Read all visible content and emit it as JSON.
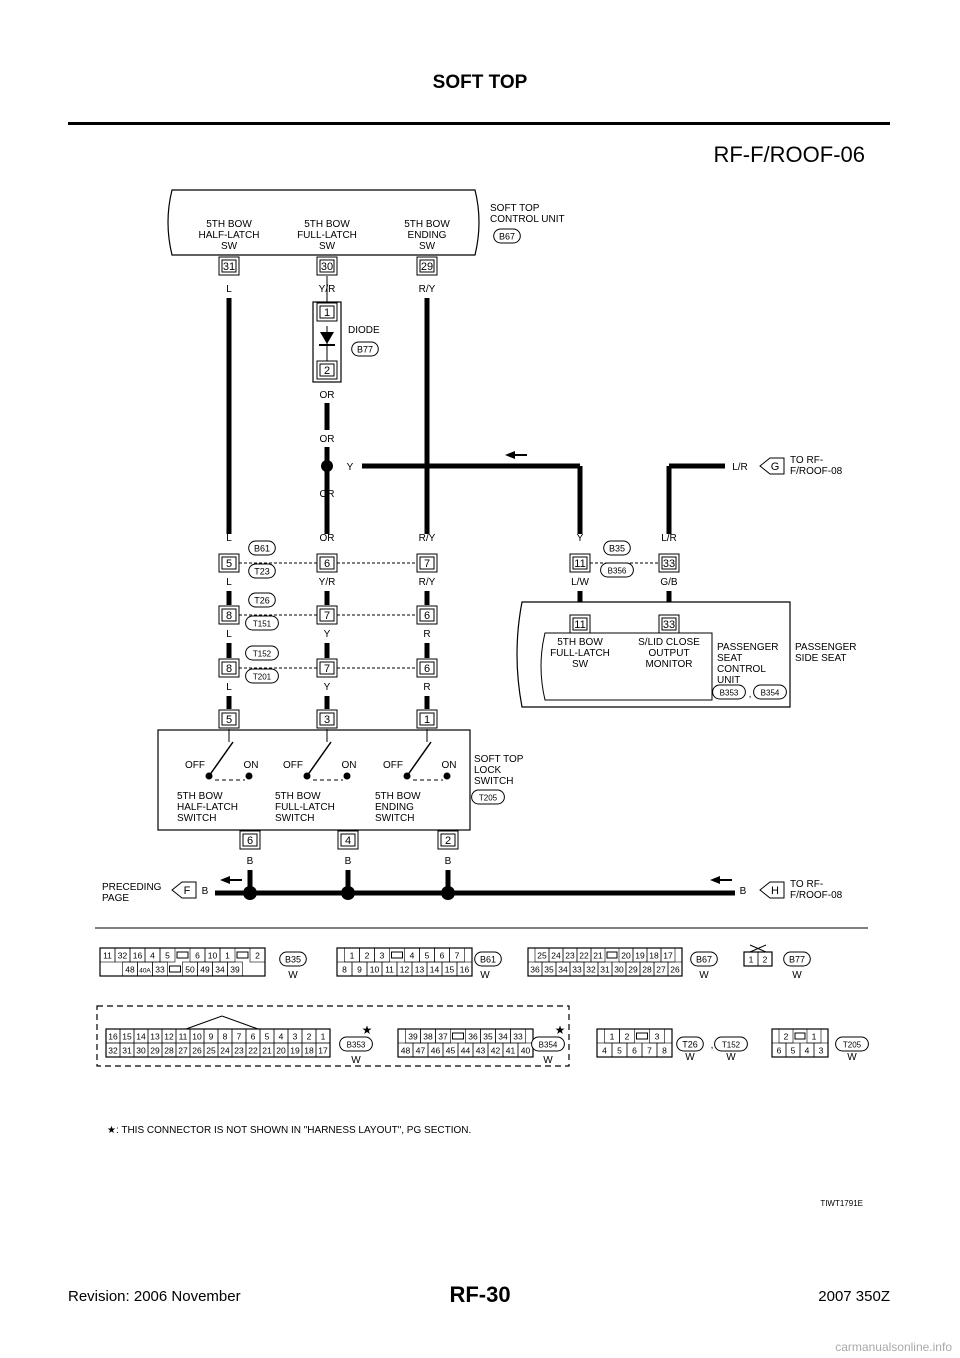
{
  "header": {
    "title": "SOFT TOP",
    "diagram_id": "RF-F/ROOF-06"
  },
  "footer": {
    "revision": "Revision: 2006 November",
    "page": "RF-30",
    "model": "2007 350Z"
  },
  "figure_code": "TIWT1791E",
  "watermark": "carmanualsonline.info",
  "note": "★: THIS CONNECTOR IS NOT SHOWN IN \"HARNESS LAYOUT\", PG SECTION.",
  "control_unit": {
    "name_line1": "SOFT TOP",
    "name_line2": "CONTROL UNIT",
    "connector": "B67",
    "terminals": [
      {
        "label_lines": [
          "5TH BOW",
          "HALF-LATCH",
          "SW"
        ],
        "pin": "31",
        "wire": "L"
      },
      {
        "label_lines": [
          "5TH BOW",
          "FULL-LATCH",
          "SW"
        ],
        "pin": "30",
        "wire": "Y/R"
      },
      {
        "label_lines": [
          "5TH BOW",
          "ENDING",
          "SW"
        ],
        "pin": "29",
        "wire": "R/Y"
      }
    ]
  },
  "diode": {
    "label": "DIODE",
    "connector": "B77",
    "pin_top": "1",
    "pin_bottom": "2"
  },
  "wire_labels": {
    "or1": "OR",
    "or2": "OR",
    "or3": "OR",
    "y": "Y",
    "lr": "L/R",
    "b": "B"
  },
  "to_roof08": {
    "line1": "TO RF-",
    "line2": "F/ROOF-08",
    "tag_g": "G",
    "tag_h": "H"
  },
  "preceding": {
    "line1": "PRECEDING",
    "line2": "PAGE",
    "tag": "F"
  },
  "joints": [
    {
      "c1": "B61",
      "c2": "T23",
      "pins": [
        "5",
        "6",
        "7"
      ],
      "above": [
        "L",
        "OR",
        "R/Y"
      ],
      "below": [
        "L",
        "Y/R",
        "R/Y"
      ]
    },
    {
      "c1": "T26",
      "c2": "T151",
      "pins": [
        "8",
        "7",
        "6"
      ],
      "below": [
        "L",
        "Y",
        "R"
      ]
    },
    {
      "c1": "T152",
      "c2": "T201",
      "pins": [
        "8",
        "7",
        "6"
      ],
      "below": [
        "L",
        "Y",
        "R"
      ]
    }
  ],
  "b35_joint": {
    "c1": "B35",
    "c2": "B356",
    "pins": [
      "11",
      "33"
    ],
    "above": [
      "Y",
      "L/R"
    ],
    "below": [
      "L/W",
      "G/B"
    ]
  },
  "passenger": {
    "unit_lines": [
      "PASSENGER",
      "SEAT",
      "CONTROL",
      "UNIT"
    ],
    "side_lines": [
      "PASSENGER",
      "SIDE SEAT"
    ],
    "term1_lines": [
      "5TH BOW",
      "FULL-LATCH",
      "SW"
    ],
    "term2_lines": [
      "S/LID CLOSE",
      "OUTPUT",
      "MONITOR"
    ],
    "conn1": "B353",
    "conn2": "B354",
    "sep": ","
  },
  "lock_switch": {
    "name_lines": [
      "SOFT TOP",
      "LOCK",
      "SWITCH"
    ],
    "connector": "T205",
    "top_pins": [
      "5",
      "3",
      "1"
    ],
    "bottom_pins": [
      "6",
      "4",
      "2"
    ],
    "off": "OFF",
    "on": "ON",
    "switches": [
      {
        "lines": [
          "5TH BOW",
          "HALF-LATCH",
          "SWITCH"
        ]
      },
      {
        "lines": [
          "5TH BOW",
          "FULL-LATCH",
          "SWITCH"
        ]
      },
      {
        "lines": [
          "5TH BOW",
          "ENDING",
          "SWITCH"
        ]
      }
    ]
  },
  "connectors": {
    "b35": {
      "tag": "B35",
      "color": "W",
      "row1": [
        "11",
        "32",
        "16",
        "4",
        "5",
        "",
        "6",
        "10",
        "1",
        "",
        "2"
      ],
      "row2": [
        "48",
        "40A",
        "33",
        "",
        "50",
        "49",
        "34",
        "39"
      ]
    },
    "b61": {
      "tag": "B61",
      "color": "W",
      "row1": [
        "1",
        "2",
        "3",
        "",
        "4",
        "5",
        "6",
        "7"
      ],
      "row2": [
        "8",
        "9",
        "10",
        "11",
        "12",
        "13",
        "14",
        "15",
        "16"
      ]
    },
    "b67": {
      "tag": "B67",
      "color": "W",
      "row1": [
        "25",
        "24",
        "23",
        "22",
        "21",
        "",
        "20",
        "19",
        "18",
        "17"
      ],
      "row2": [
        "36",
        "35",
        "34",
        "33",
        "32",
        "31",
        "30",
        "29",
        "28",
        "27",
        "26"
      ]
    },
    "b77": {
      "tag": "B77",
      "color": "W",
      "row1": [
        "1",
        "2"
      ]
    },
    "b353": {
      "tag": "B353",
      "color": "W",
      "star": "★",
      "row1": [
        "16",
        "15",
        "14",
        "13",
        "12",
        "11",
        "10",
        "9",
        "8",
        "7",
        "6",
        "5",
        "4",
        "3",
        "2",
        "1"
      ],
      "row2": [
        "32",
        "31",
        "30",
        "29",
        "28",
        "27",
        "26",
        "25",
        "24",
        "23",
        "22",
        "21",
        "20",
        "19",
        "18",
        "17"
      ]
    },
    "b354": {
      "tag": "B354",
      "color": "W",
      "star": "★",
      "row1": [
        "39",
        "38",
        "37",
        "",
        "36",
        "35",
        "34",
        "33"
      ],
      "row2": [
        "48",
        "47",
        "46",
        "45",
        "44",
        "43",
        "42",
        "41",
        "40"
      ]
    },
    "t26": {
      "tag": "T26",
      "tag2": "T152",
      "sep": ",",
      "color": "W",
      "color2": "W",
      "row1": [
        "1",
        "2",
        "",
        "3"
      ],
      "row2": [
        "4",
        "5",
        "6",
        "7",
        "8"
      ]
    },
    "t205": {
      "tag": "T205",
      "color": "W",
      "row1": [
        "2",
        "",
        "1"
      ],
      "row2": [
        "6",
        "5",
        "4",
        "3"
      ]
    }
  }
}
